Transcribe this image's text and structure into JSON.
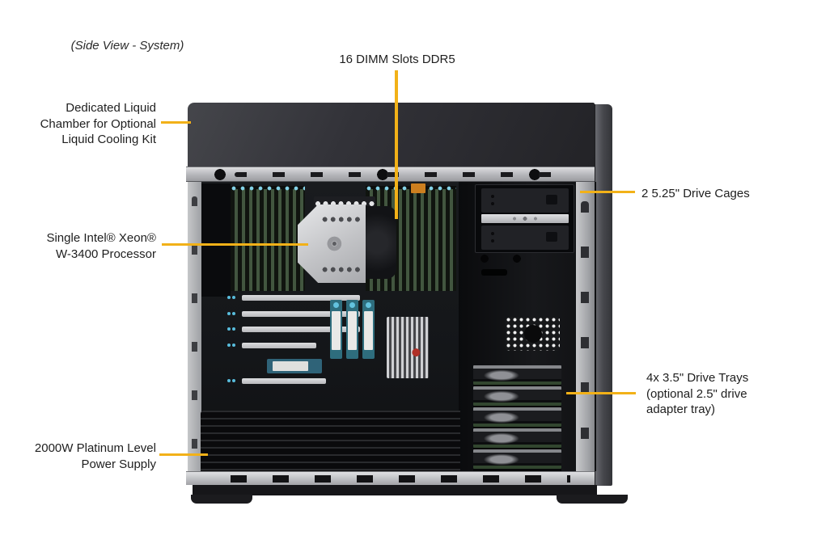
{
  "figure": {
    "caption": "(Side View - System)",
    "accent_color": "#f2b118",
    "callouts": {
      "dimm": {
        "label": "16 DIMM Slots DDR5"
      },
      "liquid_chamber": {
        "label": "Dedicated Liquid\nChamber for Optional\nLiquid Cooling Kit"
      },
      "cpu": {
        "label": "Single Intel® Xeon®\nW-3400 Processor"
      },
      "drive_cages": {
        "label": "2 5.25\" Drive Cages"
      },
      "drive_trays": {
        "label": "4x 3.5\" Drive Trays\n(optional 2.5\" drive\nadapter tray)"
      },
      "power_supply": {
        "label": "2000W Platinum Level\nPower Supply"
      }
    }
  }
}
